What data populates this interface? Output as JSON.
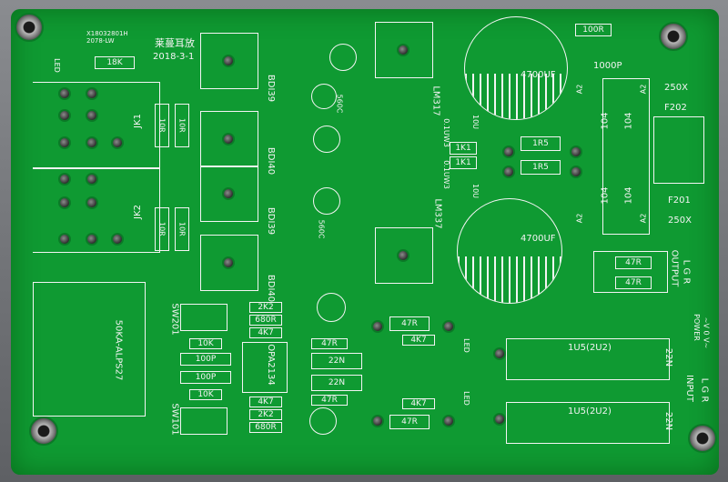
{
  "board": {
    "brand_cn": "莱蔓耳放",
    "date": "2018-3-1",
    "code": "X18032801H",
    "variant": "2078-LW",
    "led_top": "LED",
    "led_mid": "LED",
    "led_bottom": "LED",
    "res_18k": "18K",
    "jk1": "JK1",
    "jk2": "JK2",
    "r10_a": "10R",
    "r10_b": "10R",
    "r10_c": "10R",
    "r10_d": "10R",
    "bdi139_a": "BDI39",
    "bdi140_a": "BDI40",
    "bdi139_b": "BDI39",
    "bdi140_b": "BDI40",
    "c560_a": "560C",
    "c560_b": "560C",
    "lm317": "LM317",
    "lm337": "LM337",
    "r1k1_a": "1K1",
    "r1k1_b": "1K1",
    "c10u_a": "10U",
    "c10u_b": "10U",
    "c4700_top": "4700UF",
    "c4700_bottom": "4700UF",
    "r100r": "100R",
    "c1000p": "1000P",
    "r1r5_a": "1R5",
    "r1r5_b": "1R5",
    "a2_1": "A2",
    "a2_2": "A2",
    "a2_3": "A2",
    "a2_4": "A2",
    "d104_1": "104",
    "d104_2": "104",
    "d104_3": "104",
    "d104_4": "104",
    "f202": "F202",
    "f201": "F201",
    "x250_top": "250X",
    "x250_bottom": "250X",
    "r47_out1": "47R",
    "r47_out2": "47R",
    "output": "OUTPUT",
    "lgr_top": "L G R",
    "pot": "50KA-ALPS27",
    "sw201": "SW201",
    "sw101": "SW101",
    "r2k2_a": "2K2",
    "r680_a": "680R",
    "r4k7_a": "4K7",
    "r47_a": "47R",
    "r22n_a": "22N",
    "r47_b": "47R",
    "r22n_b": "22N",
    "r4k7_b": "4K7",
    "r2k2_b": "2K2",
    "r680_b": "680R",
    "r10k_a": "10K",
    "c100p_a": "100P",
    "c100p_b": "100P",
    "r10k_b": "10K",
    "opa": "OPA2134",
    "r47_mid1": "47R",
    "r4k7_mid1": "4K7",
    "r4k7_mid2": "4K7",
    "r47_mid2": "47R",
    "c1u5_a": "1U5(2U2)",
    "c1u5_b": "1U5(2U2)",
    "c22n_a": "22N",
    "c22n_b": "22N",
    "power": "POWER",
    "power_pins": "~V 0 V~",
    "input": "INPUT",
    "lgr_bottom": "L G R",
    "r100n_a": "0.1UW3",
    "r100n_b": "0.1UW3"
  }
}
